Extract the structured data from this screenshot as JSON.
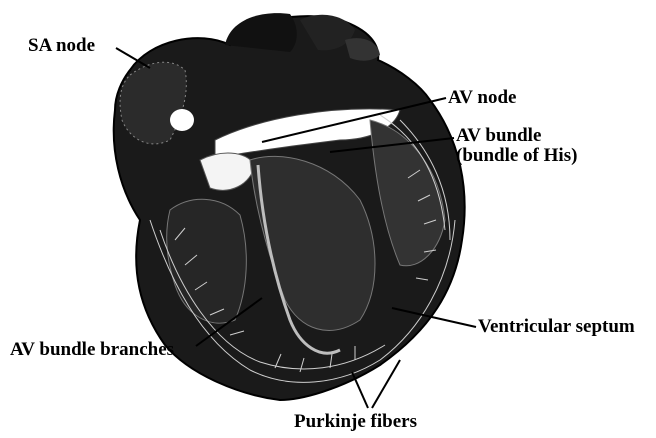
{
  "labels": {
    "sa_node": "SA node",
    "av_node": "AV node",
    "av_bundle_line1": "AV bundle",
    "av_bundle_line2": "(bundle of His)",
    "ventricular_septum": "Ventricular septum",
    "av_bundle_branches": "AV bundle branches",
    "purkinje_fibers": "Purkinje fibers"
  }
}
